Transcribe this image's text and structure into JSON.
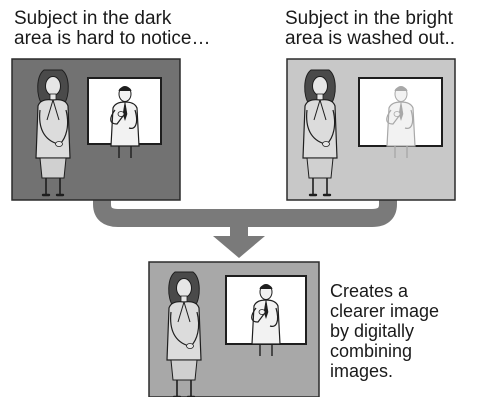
{
  "captions": {
    "left": [
      "Subject in the dark",
      "area is hard to notice…"
    ],
    "right": [
      "Subject in the bright",
      "area is washed out.."
    ],
    "bottom": [
      "Creates a",
      "clearer image",
      "by digitally",
      "combining",
      "images."
    ]
  },
  "colors": {
    "dark_panel": "#727272",
    "bright_panel": "#c8c8c8",
    "result_panel": "#a8a8a8",
    "connector": "#7a7a7a",
    "outline": "#2b2b2b"
  }
}
